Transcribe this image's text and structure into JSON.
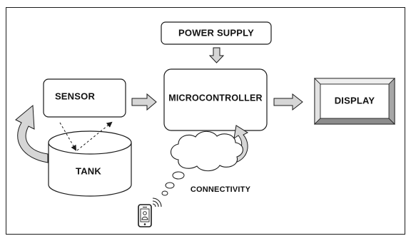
{
  "blocks": {
    "power_supply": "POWER SUPPLY",
    "sensor": "SENSOR",
    "microcontroller": "MICROCONTROLLER",
    "display": "DISPLAY",
    "tank": "TANK",
    "connectivity": "CONNECTIVITY"
  },
  "colors": {
    "stroke": "#1a1a1a",
    "arrow_fill": "#d6d6d6",
    "display_bevel": "#c8c8c8"
  },
  "icons": {
    "phone": "smartphone-wifi-icon"
  }
}
